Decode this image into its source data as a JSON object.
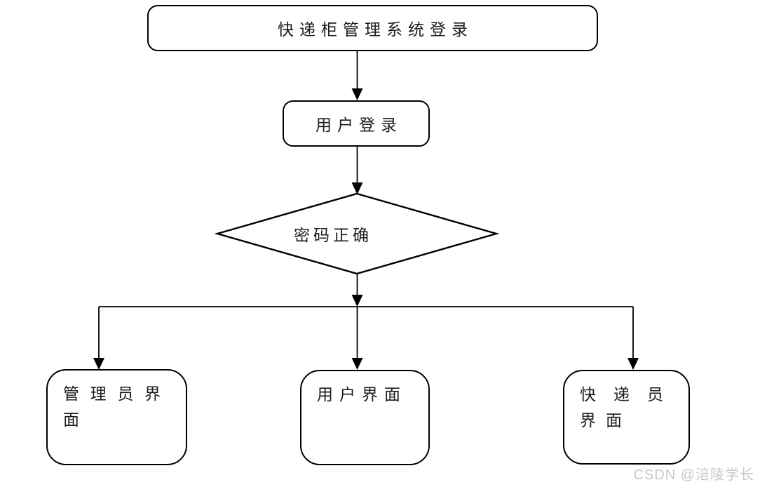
{
  "flowchart": {
    "title_node": {
      "label": "快递柜管理系统登录"
    },
    "login_node": {
      "label": "用户登录"
    },
    "decision_node": {
      "label": "密码正确"
    },
    "branches": {
      "admin_node": {
        "label": "管理员界面"
      },
      "user_node": {
        "label": "用户界面"
      },
      "courier_node": {
        "label": "快递员界面"
      }
    }
  },
  "watermark": {
    "text": "CSDN @涪陵学长"
  },
  "colors": {
    "stroke": "#000000",
    "background": "#ffffff",
    "text": "#1c1c1c",
    "watermark": "#c8c8c8"
  }
}
